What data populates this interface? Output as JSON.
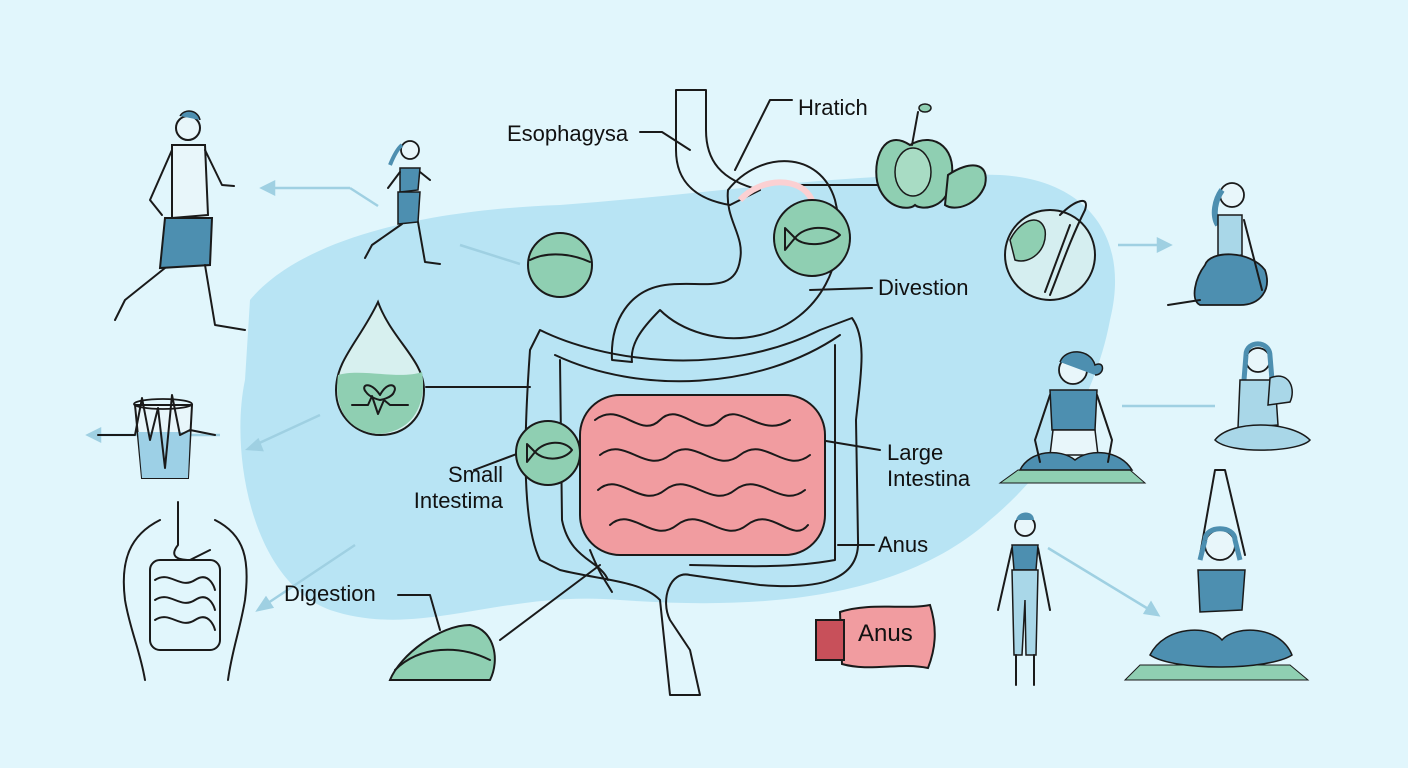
{
  "diagram": {
    "subject": "Human digestive system with healthy lifestyle illustrations",
    "colors": {
      "background": "#e1f6fc",
      "blob": "#b8e4f4",
      "organ_fill": "#f19ca0",
      "organ_shadow": "#e07c84",
      "green_fill": "#8fcfb2",
      "figure_blue": "#4d8fb0",
      "figure_light": "#a9d7e8",
      "arrow": "#9fd0e2",
      "outline": "#1a1a1a"
    },
    "labels": {
      "esophagus": "Esophagysa",
      "stomach_top": "Hratich",
      "digestion_right": "Divestion",
      "large_intestine": "Large\nIntestina",
      "anus_right": "Anus",
      "small_intestine": "Small\nIntestima",
      "digestion_left": "Digestion",
      "anus_badge": "Anus"
    },
    "icons": [
      "runner-man-icon",
      "runner-woman-icon",
      "water-drop-heart-icon",
      "glass-heartbeat-icon",
      "torso-digestive-icon",
      "leaf-pile-icon",
      "apple-icon",
      "cucumber-icon",
      "globe-leaves-icon",
      "kneeling-woman-icon",
      "meditating-woman-icon",
      "praying-woman-icon",
      "standing-woman-icon",
      "yoga-prayer-woman-icon",
      "fish-bubble-icon"
    ]
  }
}
